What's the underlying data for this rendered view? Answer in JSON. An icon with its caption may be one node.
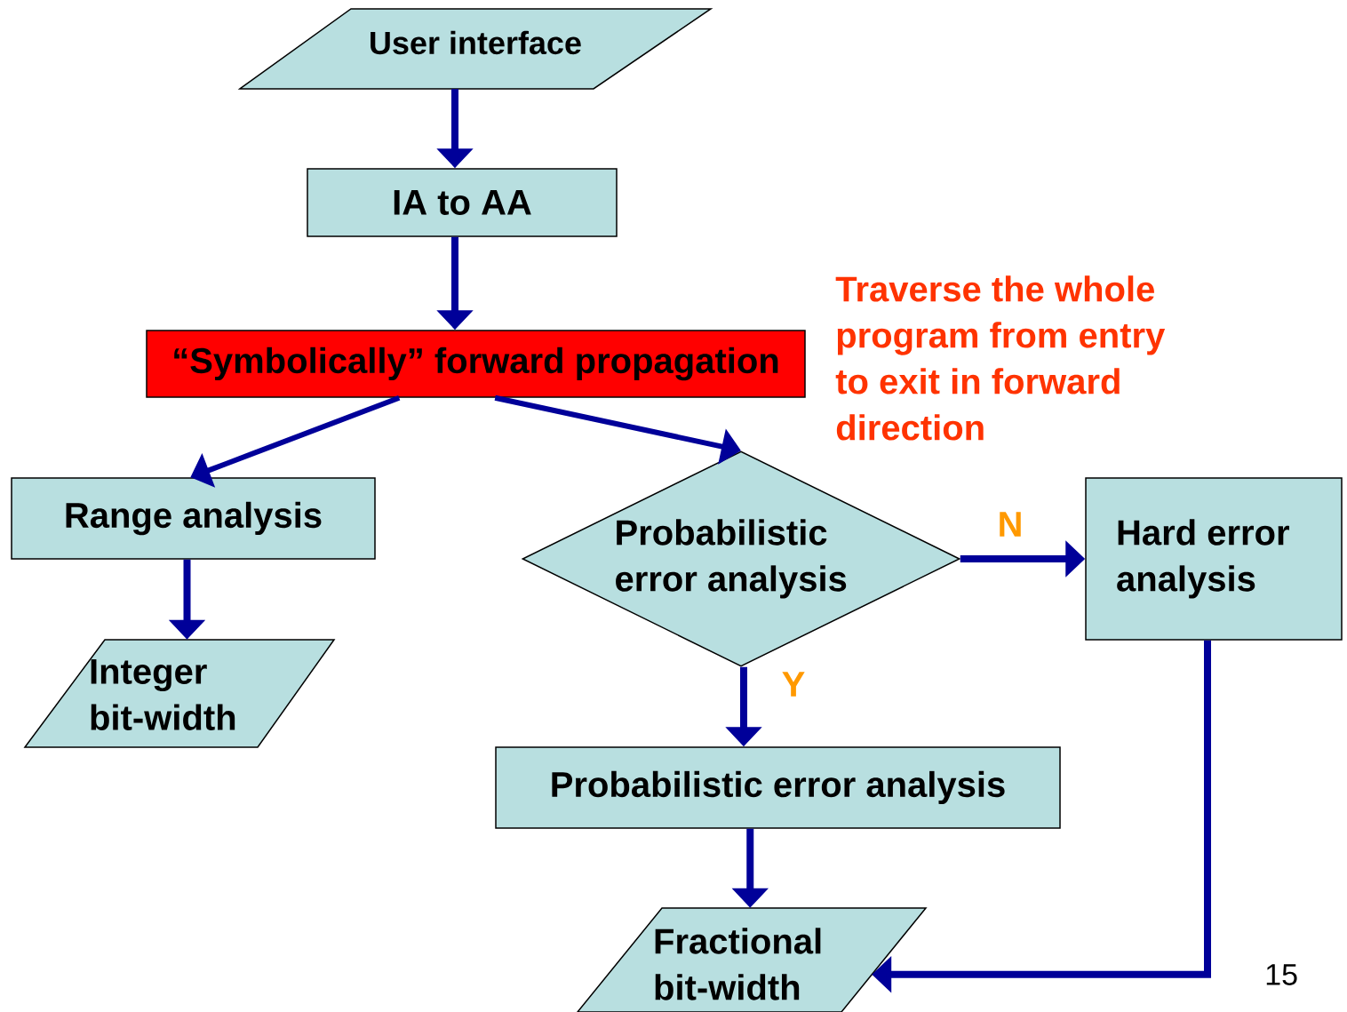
{
  "diagram": {
    "nodes": [
      {
        "text": [
          "User interface"
        ]
      },
      {
        "text": [
          "IA to AA"
        ]
      },
      {
        "text": [
          "“Symbolically” forward propagation"
        ]
      },
      {
        "text": [
          "Range analysis"
        ]
      },
      {
        "text": [
          "Probabilistic error analysis"
        ]
      },
      {
        "text": [
          "Hard error analysis"
        ]
      },
      {
        "text": [
          "Integer bit-width"
        ]
      },
      {
        "text": [
          "Probabilistic error analysis"
        ]
      },
      {
        "text": [
          "Fractional bit-width"
        ]
      }
    ],
    "edges": [
      {
        "from": 0,
        "to": 1,
        "arrow": "to"
      },
      {
        "from": 1,
        "to": 2,
        "arrow": "to"
      },
      {
        "from": 2,
        "to": 3,
        "arrow": "to"
      },
      {
        "from": 2,
        "to": 4,
        "arrow": "to"
      },
      {
        "from": 3,
        "to": 6,
        "arrow": "to"
      },
      {
        "from": 4,
        "to": 5,
        "arrow": "to",
        "label": "N"
      },
      {
        "from": 4,
        "to": 7,
        "arrow": "to",
        "label": "Y"
      },
      {
        "from": 5,
        "to": 8,
        "arrow": "to"
      },
      {
        "from": 7,
        "to": 8,
        "arrow": "to"
      }
    ],
    "labels": [
      "Traverse the whole program from entry to exit in forward direction",
      "15"
    ]
  }
}
